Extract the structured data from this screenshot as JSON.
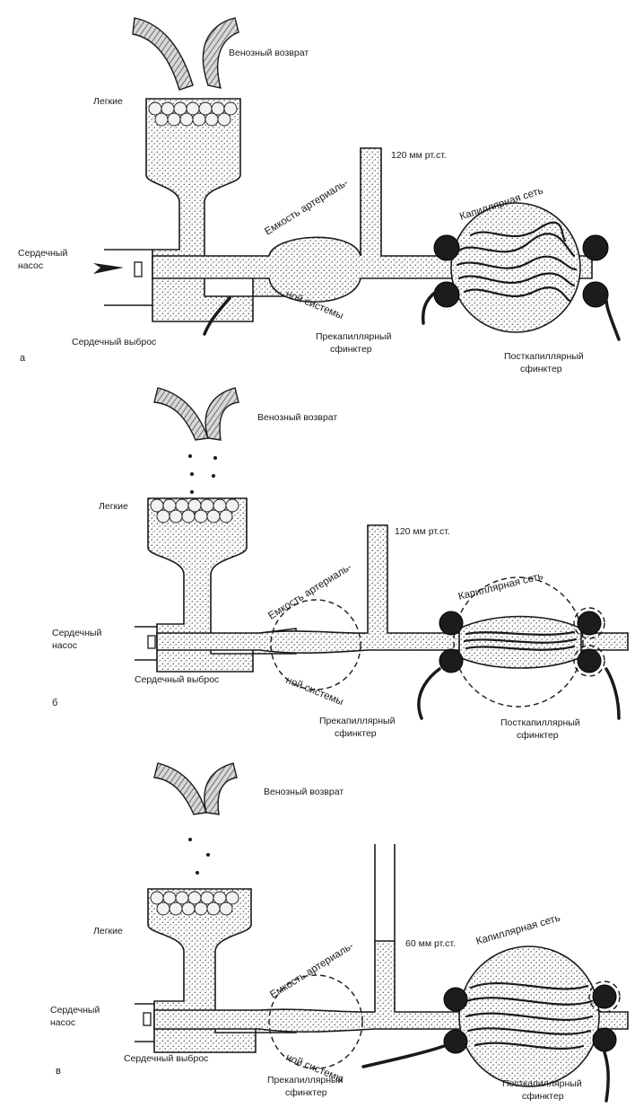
{
  "panels": [
    {
      "letter": "а",
      "venous_return": "Венозный возврат",
      "lungs": "Легкие",
      "heart_pump": [
        "Сердечный",
        "насос"
      ],
      "cardiac_output": "Сердечный выброс",
      "pressure": "120 мм рт.ст.",
      "arterial_capacity_top": "Емкость артериаль-",
      "arterial_capacity_bottom": "ной системы",
      "capillary_net": "Капиллярная сеть",
      "precapillary": [
        "Прекапиллярный",
        "сфинктер"
      ],
      "postcapillary": [
        "Посткапиллярный",
        "сфинктер"
      ]
    },
    {
      "letter": "б",
      "venous_return": "Венозный возврат",
      "lungs": "Легкие",
      "heart_pump": [
        "Сердечный",
        "насос"
      ],
      "cardiac_output": "Сердечный выброс",
      "pressure": "120 мм рт.ст.",
      "arterial_capacity_top": "Емкость артериаль-",
      "arterial_capacity_bottom": "ной системы",
      "capillary_net": "Капиллярная сеть",
      "precapillary": [
        "Прекапиллярный",
        "сфинктер"
      ],
      "postcapillary": [
        "Посткапиллярный",
        "сфинктер"
      ]
    },
    {
      "letter": "в",
      "venous_return": "Венозный возврат",
      "lungs": "Легкие",
      "heart_pump": [
        "Сердечный",
        "насос"
      ],
      "cardiac_output": "Сердечный выброс",
      "pressure": "60 мм рт.ст.",
      "arterial_capacity_top": "Емкость артериаль-",
      "arterial_capacity_bottom": "ной системы",
      "capillary_net": "Капиллярная сеть",
      "precapillary": [
        "Прекапиллярный",
        "сфинктер"
      ],
      "postcapillary": [
        "Посткапиллярный",
        "сфинктер"
      ]
    }
  ]
}
